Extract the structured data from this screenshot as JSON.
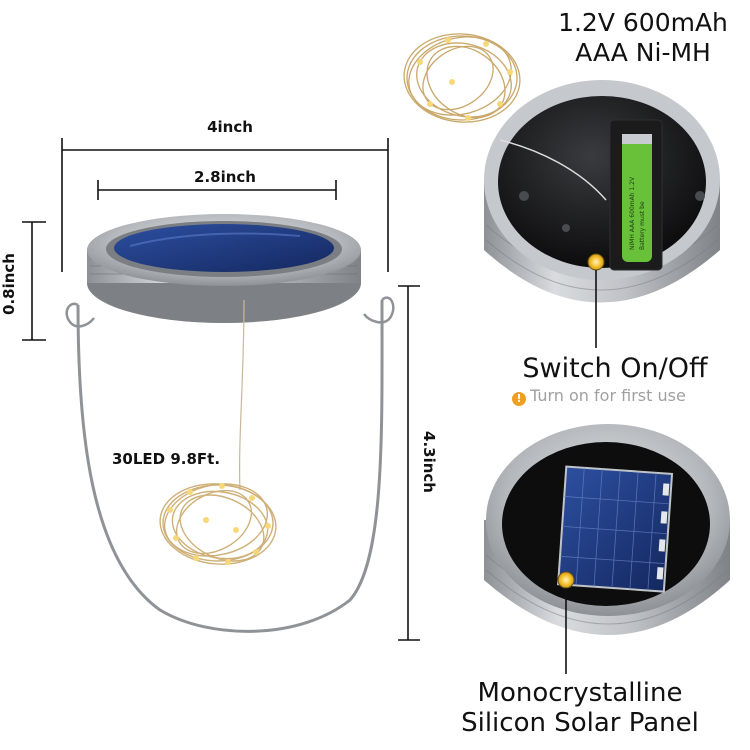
{
  "dimensions": {
    "width_outer": "4inch",
    "width_lid": "2.8inch",
    "lid_height": "0.8inch",
    "jar_height": "4.3inch"
  },
  "led_label": "30LED 9.8Ft.",
  "battery": {
    "line1": "1.2V 600mAh",
    "line2": "AAA Ni-MH"
  },
  "switch": {
    "title": "Switch On/Off",
    "hint": "Turn on for first use",
    "hint_icon": "!"
  },
  "solar": {
    "line1": "Monocrystalline",
    "line2": "Silicon Solar Panel"
  },
  "colors": {
    "lid_silver": "#b9bcc0",
    "callout_yellow": "#f6c63a",
    "hint_orange": "#f0a020"
  }
}
